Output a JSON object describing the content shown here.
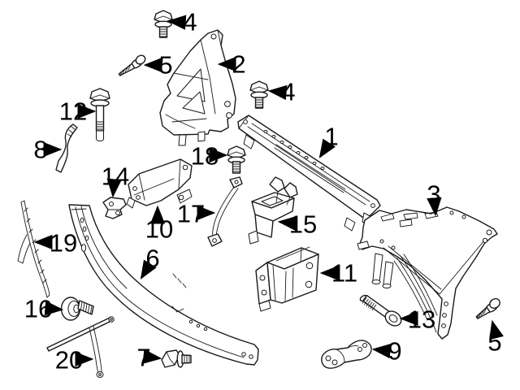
{
  "diagram": {
    "kind": "exploded-parts-line-diagram",
    "background_color": "#ffffff",
    "line_color": "#1a1a1a",
    "text_color": "#000000",
    "visible_part_numbers": [
      "1",
      "2",
      "3",
      "4",
      "5",
      "6",
      "7",
      "8",
      "9",
      "10",
      "11",
      "12",
      "13",
      "14",
      "15",
      "16",
      "17",
      "18",
      "19",
      "20"
    ]
  },
  "callouts": {
    "c4_top": {
      "label": "4"
    },
    "c5_top": {
      "label": "5"
    },
    "c2": {
      "label": "2"
    },
    "c4_mid": {
      "label": "4"
    },
    "c12": {
      "label": "12"
    },
    "c8": {
      "label": "8"
    },
    "c1": {
      "label": "1"
    },
    "c18": {
      "label": "18"
    },
    "c14": {
      "label": "14"
    },
    "c10": {
      "label": "10"
    },
    "c17": {
      "label": "17"
    },
    "c15": {
      "label": "15"
    },
    "c3": {
      "label": "3"
    },
    "c19": {
      "label": "19"
    },
    "c6": {
      "label": "6"
    },
    "c11": {
      "label": "11"
    },
    "c16": {
      "label": "16"
    },
    "c20": {
      "label": "20"
    },
    "c7": {
      "label": "7"
    },
    "c13": {
      "label": "13"
    },
    "c5_right": {
      "label": "5"
    },
    "c9": {
      "label": "9"
    }
  }
}
